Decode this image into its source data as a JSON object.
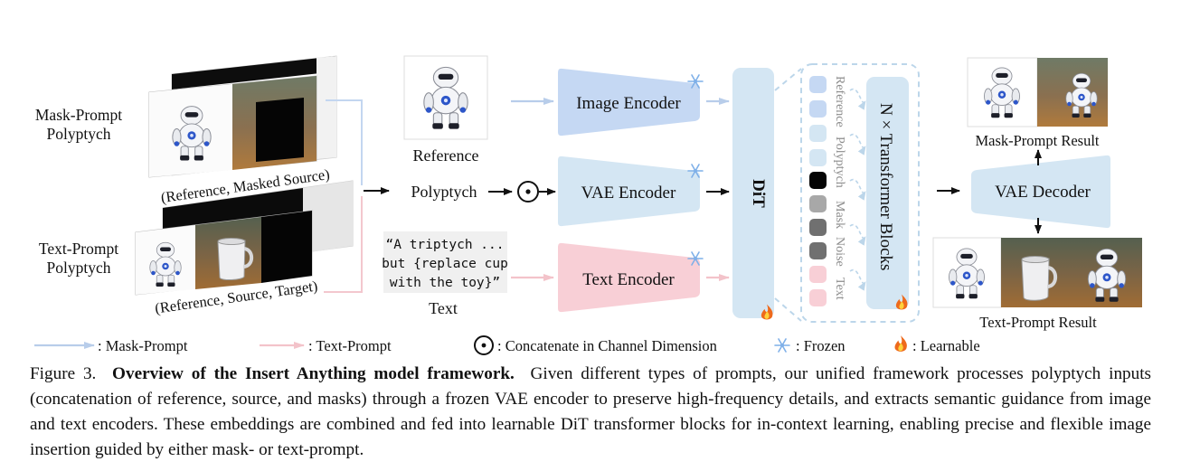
{
  "left": {
    "mask_prompt_label_l1": "Mask-Prompt",
    "mask_prompt_label_l2": "Polyptych",
    "mask_polyptych_caption": "(Reference, Masked Source)",
    "text_prompt_label_l1": "Text-Prompt",
    "text_prompt_label_l2": "Polyptych",
    "text_polyptych_caption": "(Reference, Source, Target)"
  },
  "inputs": {
    "reference_label": "Reference",
    "polyptych_label": "Polyptych",
    "text_label": "Text",
    "text_prompt_l1": "“A triptych ...",
    "text_prompt_l2": "but {replace cup",
    "text_prompt_l3": "with the toy}”"
  },
  "encoders": {
    "image_encoder": "Image Encoder",
    "vae_encoder": "VAE Encoder",
    "text_encoder": "Text Encoder"
  },
  "dit": {
    "label": "DiT",
    "tokens_reference": "Reference",
    "tokens_polyptych": "Polyptych",
    "tokens_mask": "Mask",
    "tokens_noise": "Noise",
    "tokens_text": "Text",
    "transformer_blocks": "N × Transformer Blocks"
  },
  "output": {
    "vae_decoder": "VAE Decoder",
    "mask_prompt_result": "Mask-Prompt Result",
    "text_prompt_result": "Text-Prompt Result"
  },
  "legend": {
    "mask_prompt": ": Mask-Prompt",
    "text_prompt": ": Text-Prompt",
    "concat": ": Concatenate in Channel Dimension",
    "frozen": ": Frozen",
    "learnable": ": Learnable"
  },
  "colors": {
    "blue_box": "#c5d8f3",
    "light_blue_box": "#d4e6f3",
    "pink_box": "#f8cfd6",
    "mask_arrow": "#b8cdea",
    "text_arrow": "#f3c3ca",
    "dashed": "#bcd6ea"
  },
  "caption": {
    "fig_label": "Figure 3.",
    "title": "Overview of the Insert Anything model framework.",
    "body": "Given different types of prompts, our unified framework processes polyptych inputs (concatenation of reference, source, and masks) through a frozen VAE encoder to preserve high-frequency details, and extracts semantic guidance from image and text encoders. These embeddings are combined and fed into learnable DiT transformer blocks for in-context learning, enabling precise and flexible image insertion guided by either mask- or text-prompt."
  }
}
